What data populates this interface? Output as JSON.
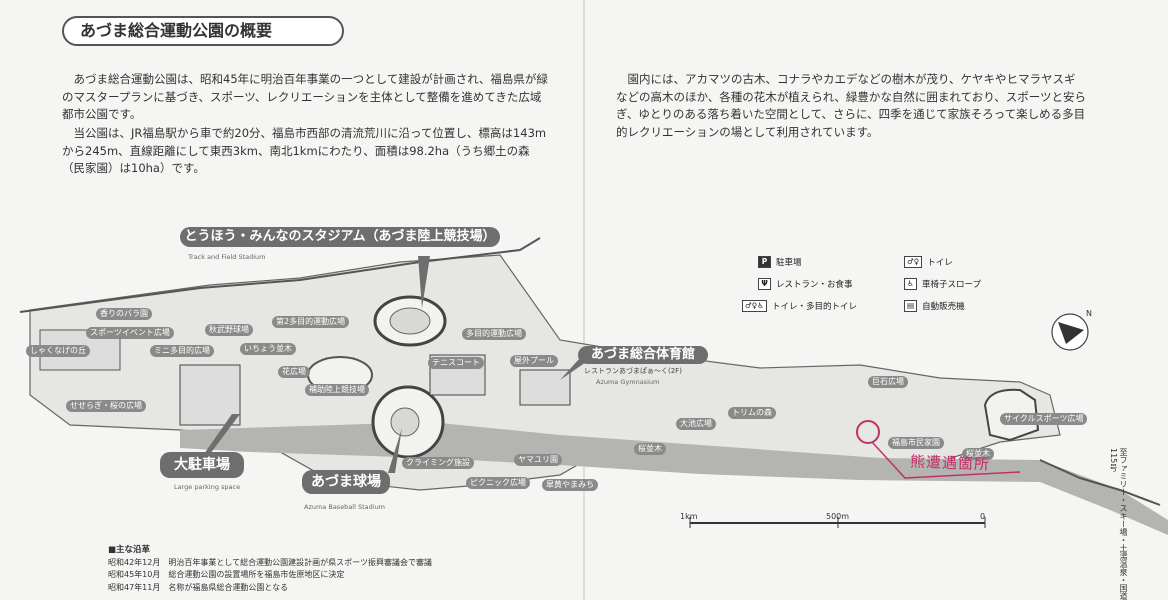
{
  "title": "あづま総合運動公園の概要",
  "intro": {
    "p1": "あづま総合運動公園は、昭和45年に明治百年事業の一つとして建設が計画され、福島県が緑のマスタープランに基づき、スポーツ、レクリエーションを主体として整備を進めてきた広域都市公園です。",
    "p2": "当公園は、JR福島駅から車で約20分、福島市西部の清流荒川に沿って位置し、標高は143mから245m、直線距離にして東西3km、南北1kmにわたり、面積は98.2ha（うち郷土の森（民家園）は10ha）です。",
    "p3": "園内には、アカマツの古木、コナラやカエデなどの樹木が茂り、ケヤキやヒマラヤスギなどの高木のほか、各種の花木が植えられ、緑豊かな自然に囲まれており、スポーツと安らぎ、ゆとりのある落ち着いた空間として、さらに、四季を通じて家族そろって楽しめる多目的レクリエーションの場として利用されています。"
  },
  "callouts": {
    "stadium": "とうほう・みんなのスタジアム（あづま陸上競技場）",
    "stadium_en": "Track and Field Stadium",
    "gym": "あづま総合体育館",
    "gym_sub": "レストランあづまぱぁ～く(2F)",
    "gym_en": "Azuma Gymnasium",
    "baseball": "あづま球場",
    "baseball_en": "Azuma Baseball Stadium",
    "parking": "大駐車場",
    "parking_en": "Large parking space"
  },
  "facilities": [
    "香りのバラ園",
    "スポーツイベント広場",
    "しゃくなげの丘",
    "ミニ多目的広場",
    "秋武野球場",
    "第2多目的運動広場",
    "多目的運動広場",
    "いちょう並木",
    "テニスコート",
    "花広場",
    "補助陸上競技場",
    "せせらぎ・桜の広場",
    "クライミング施設",
    "ピクニック広場",
    "ヤマユリ園",
    "皐黄やまみち",
    "桜並木",
    "大池広場",
    "トリムの森",
    "巨石広場",
    "サイクルスポーツ広場",
    "福島市民家園",
    "桜並木",
    "屋外プール"
  ],
  "legend": {
    "parking": "駐車場",
    "toilet": "トイレ",
    "restaurant": "レストラン・お食事",
    "ramp": "車椅子スロープ",
    "accessible": "トイレ・多目的トイレ",
    "vending": "自動販売機"
  },
  "scale": {
    "labels": [
      "1km",
      "500m",
      "0"
    ]
  },
  "history": {
    "heading": "■主な沿革",
    "items": [
      "昭和42年12月　明治百年事業として総合運動公園建設計画が県スポーツ振興審議会で審議",
      "昭和45年10月　総合運動公園の設置場所を福島市佐原地区に決定",
      "昭和47年11月　名称が福島県総合運動公園となる"
    ]
  },
  "handwritten_note": "熊遭遇箇所",
  "road_label": "至ファミリー・スキー場・土湯温泉・国道115号"
}
